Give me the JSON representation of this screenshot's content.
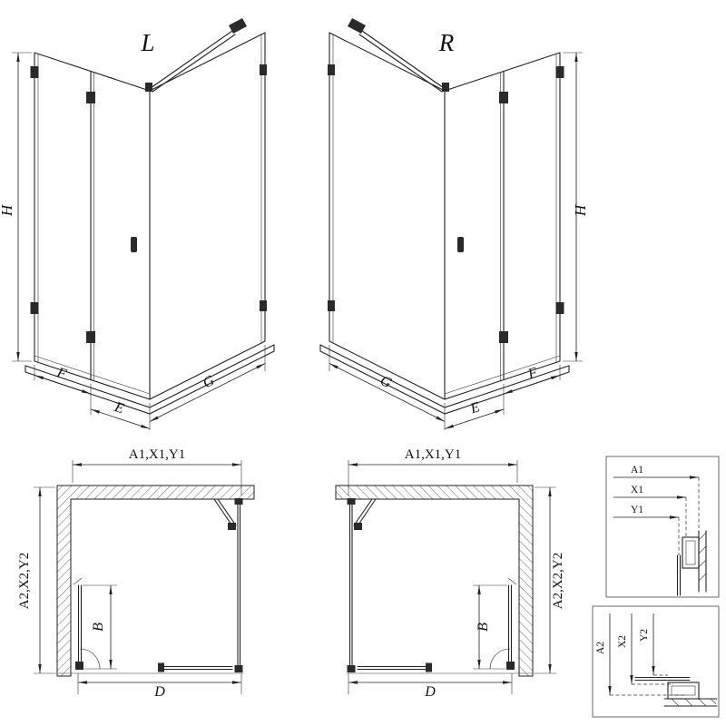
{
  "iso_left": {
    "variant_label": "L",
    "height_label": "H",
    "fixed_width_label": "F",
    "door_width_label": "E",
    "side_width_label": "G"
  },
  "iso_right": {
    "variant_label": "R",
    "height_label": "H",
    "fixed_width_label": "F",
    "door_width_label": "E",
    "side_width_label": "G"
  },
  "plan_left": {
    "width_label": "A1,X1,Y1",
    "depth_label": "A2,X2,Y2",
    "entry_width_label": "B",
    "door_wall_label": "D"
  },
  "plan_right": {
    "width_label": "A1,X1,Y1",
    "depth_label": "A2,X2,Y2",
    "entry_width_label": "B",
    "door_wall_label": "D"
  },
  "detail_width": {
    "labels": [
      "A1",
      "X1",
      "Y1"
    ]
  },
  "detail_depth": {
    "labels": [
      "A2",
      "X2",
      "Y2"
    ]
  },
  "colors": {
    "line": "#222222",
    "background": "#ffffff",
    "fitting": "#2a2a2a"
  }
}
